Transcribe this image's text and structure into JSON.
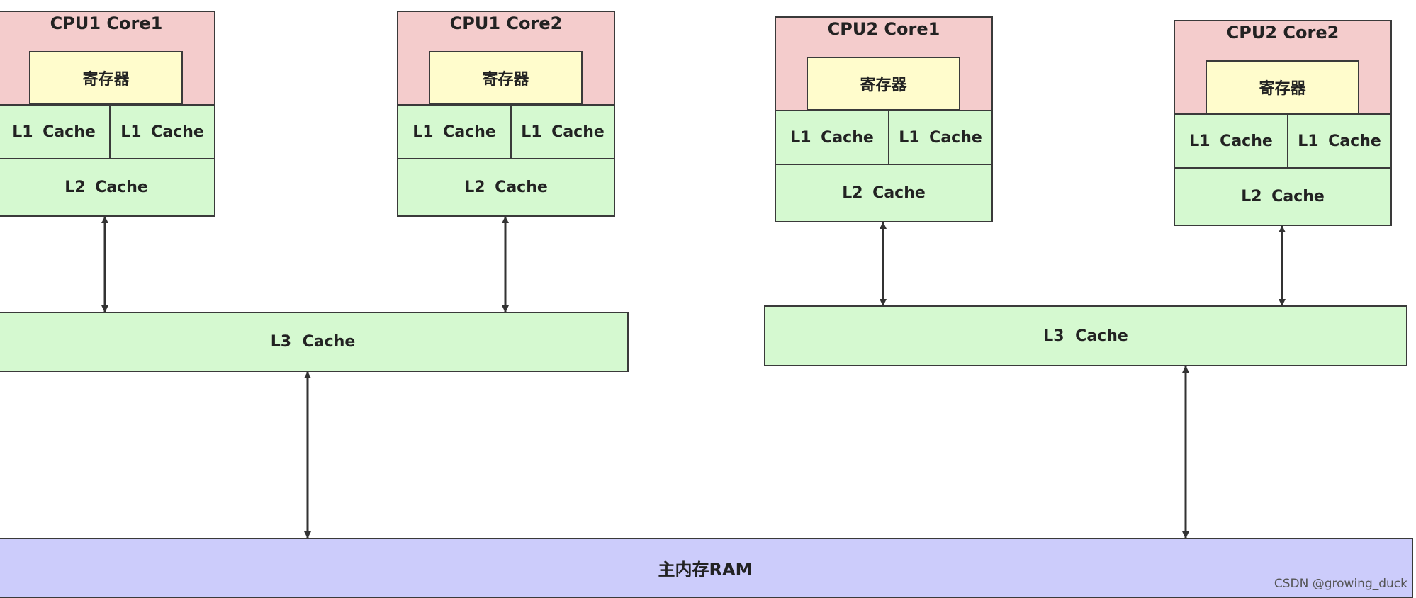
{
  "cpus": [
    {
      "cores": [
        {
          "title": "CPU1 Core1",
          "register": "寄存器",
          "l1_left": "L1  Cache",
          "l1_right": "L1 Cache",
          "l2": "L2  Cache"
        },
        {
          "title": "CPU1 Core2",
          "register": "寄存器",
          "l1_left": "L1 Cache",
          "l1_right": "L1 Cache",
          "l2": "L2 Cache"
        }
      ],
      "l3": "L3  Cache"
    },
    {
      "cores": [
        {
          "title": "CPU2 Core1",
          "register": "寄存器",
          "l1_left": "L1  Cache",
          "l1_right": "L1 Cache",
          "l2": "L2  Cache"
        },
        {
          "title": "CPU2 Core2",
          "register": "寄存器",
          "l1_left": "L1 Cache",
          "l1_right": "L1 Cache",
          "l2": "L2 Cache"
        }
      ],
      "l3": "L3  Cache"
    }
  ],
  "ram": "主内存RAM",
  "watermark": "CSDN @growing_duck",
  "colors": {
    "core": "#f4cccc",
    "register": "#fffccc",
    "cache": "#d5f9d0",
    "ram": "#ccccfb",
    "border": "#3a3a3a"
  }
}
